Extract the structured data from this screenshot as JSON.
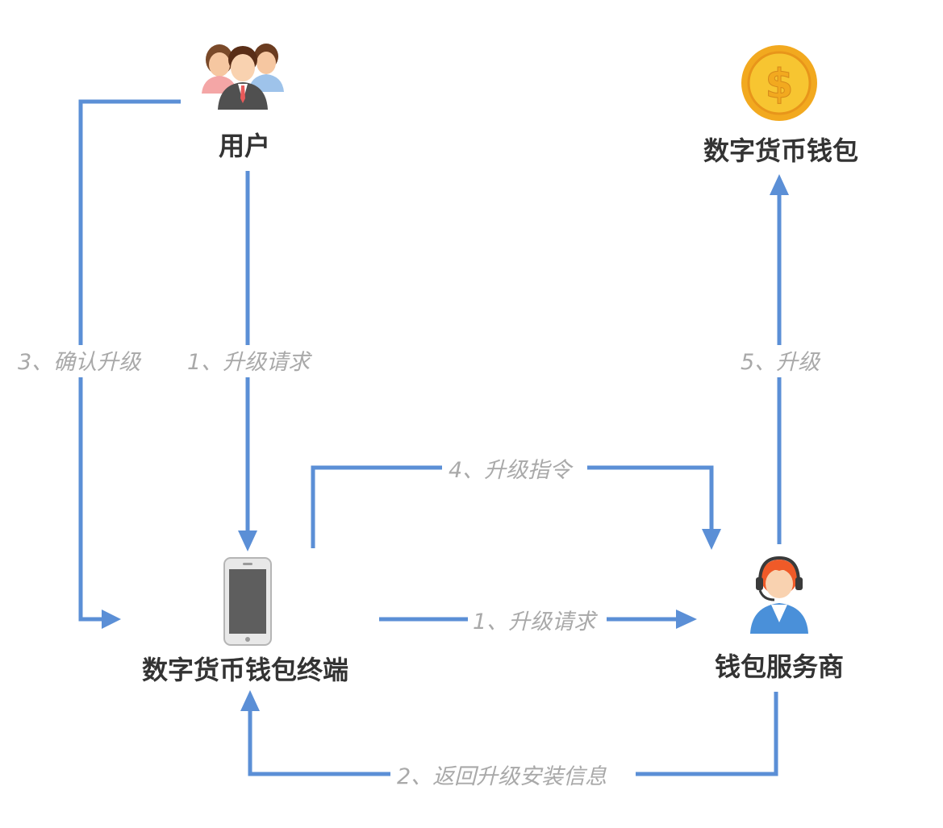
{
  "nodes": {
    "user": {
      "label": "用户",
      "icon": "users-group-icon"
    },
    "wallet": {
      "label": "数字货币钱包",
      "icon": "dollar-coin-icon"
    },
    "terminal": {
      "label": "数字货币钱包终端",
      "icon": "smartphone-icon"
    },
    "provider": {
      "label": "钱包服务商",
      "icon": "customer-service-agent-icon"
    }
  },
  "edges": {
    "confirm_upgrade": "3、确认升级",
    "user_upgrade_request": "1、升级请求",
    "upgrade": "5、升级",
    "upgrade_command": "4、升级指令",
    "terminal_upgrade_request": "1、升级请求",
    "return_install_info": "2、返回升级安装信息"
  },
  "colors": {
    "arrow": "#5b8fd6",
    "edge_label": "#a9a9a9",
    "node_label": "#333333",
    "coin_outer": "#f2a91f",
    "coin_inner": "#f7c531",
    "headset": "#f05a28"
  }
}
